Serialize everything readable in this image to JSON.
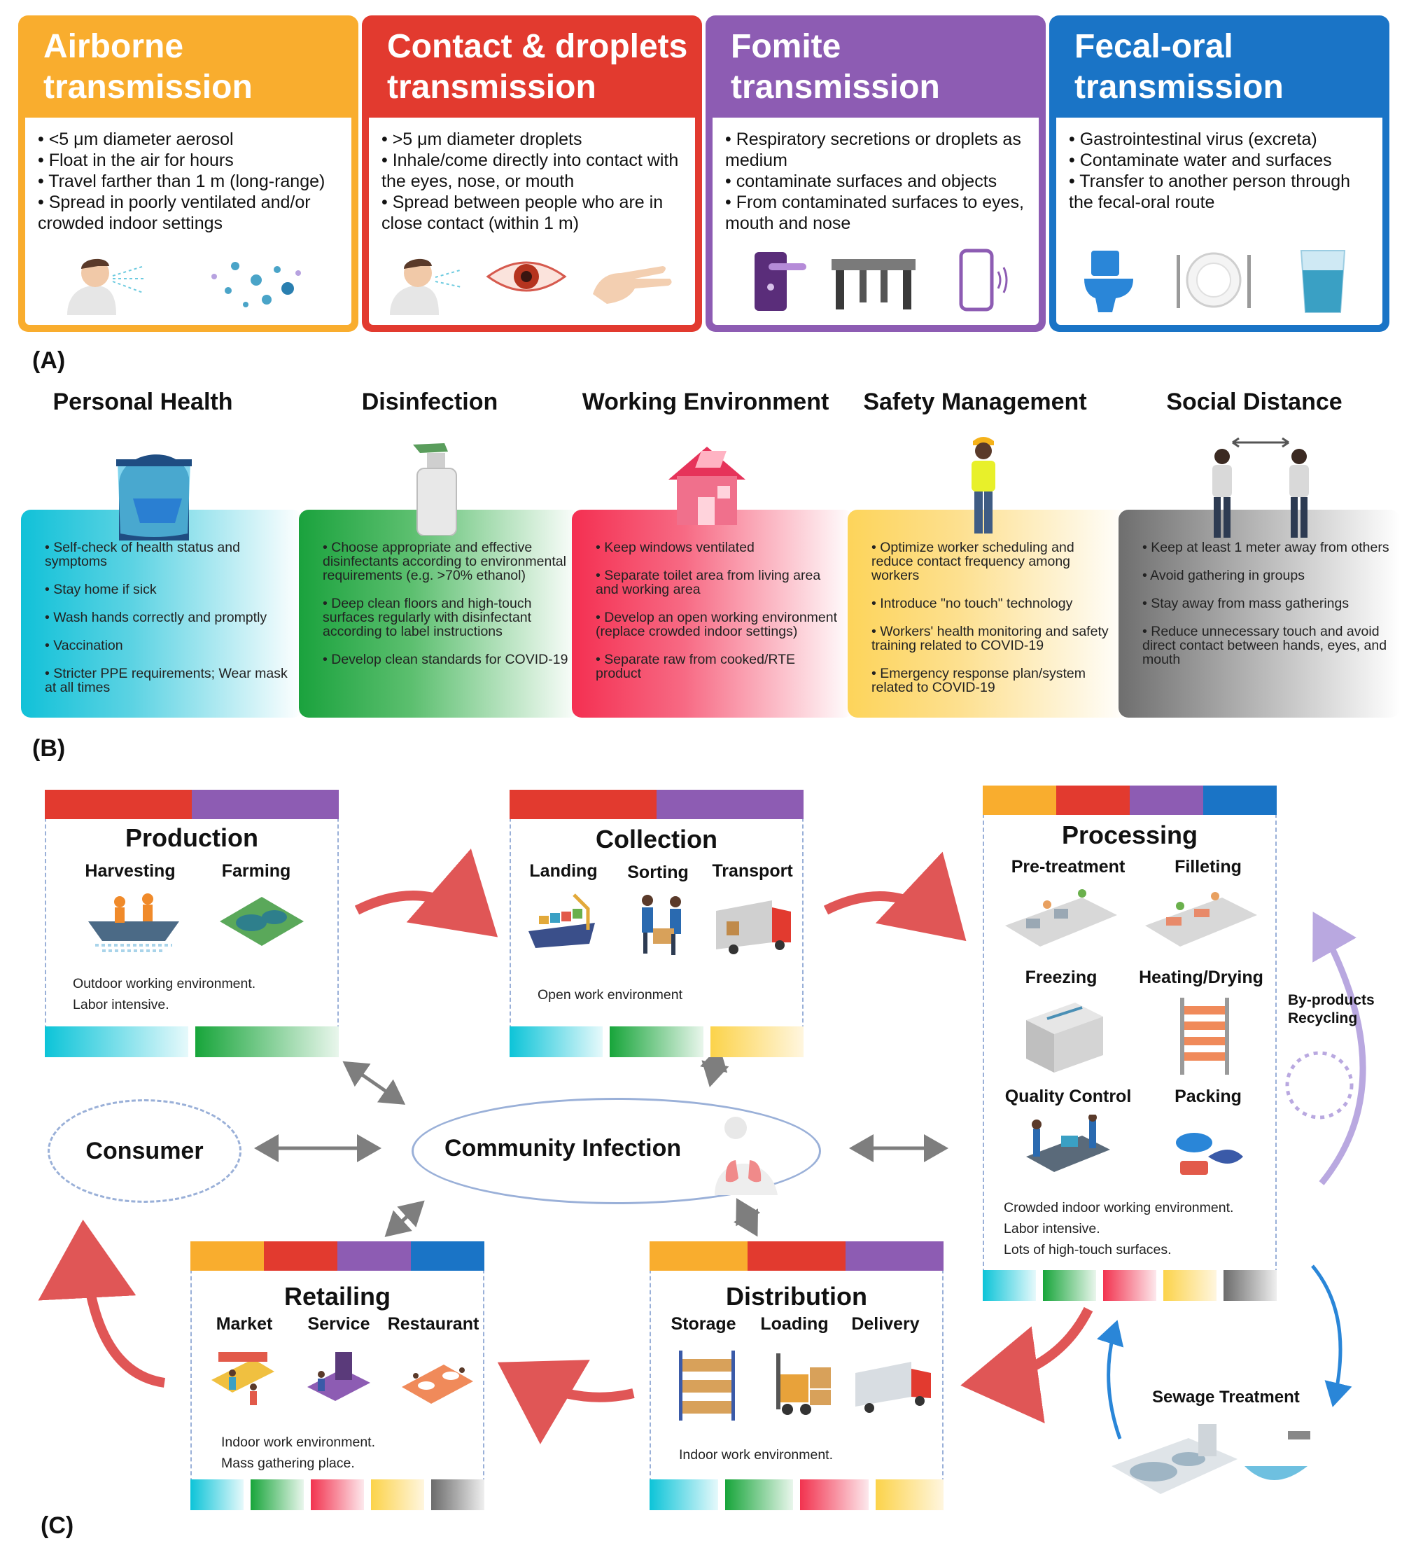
{
  "colors": {
    "airborne": "#f9ad2e",
    "contact": "#e23a2f",
    "fomite": "#8d5cb3",
    "fecal": "#1a74c6",
    "arrow_red": "#e05656",
    "arrow_purple": "#b9a8e0",
    "arrow_blue": "#2a86d8",
    "arrow_gray": "#7e7e7e"
  },
  "panel_a": {
    "label": "(A)",
    "cards": [
      {
        "title_line1": "Airborne",
        "title_line2": "transmission",
        "bullets": [
          "<5 μm diameter aerosol",
          "Float in the air for hours",
          "Travel farther than 1 m (long-range)",
          "Spread in poorly ventilated and/or crowded indoor settings"
        ],
        "icons": [
          "coughing-person-icon",
          "aerosol-particles-icon"
        ]
      },
      {
        "title_line1": "Contact & droplets",
        "title_line2": "transmission",
        "bullets": [
          ">5 μm diameter droplets",
          "Inhale/come directly into contact with the eyes, nose, or mouth",
          "Spread between people who are in close contact (within 1 m)"
        ],
        "icons": [
          "coughing-person-icon",
          "eye-icon",
          "hand-icon"
        ]
      },
      {
        "title_line1": "Fomite",
        "title_line2": "transmission",
        "bullets": [
          "Respiratory secretions or droplets as medium",
          "contaminate surfaces and objects",
          "From contaminated surfaces to eyes, mouth and nose"
        ],
        "icons": [
          "door-handle-icon",
          "table-icon",
          "phone-icon"
        ]
      },
      {
        "title_line1": "Fecal-oral",
        "title_line2": "transmission",
        "bullets": [
          "Gastrointestinal virus (excreta)",
          "Contaminate water and surfaces",
          "Transfer to another person through the fecal-oral route"
        ],
        "icons": [
          "toilet-icon",
          "plate-cutlery-icon",
          "water-glass-icon"
        ]
      }
    ]
  },
  "panel_b": {
    "label": "(B)",
    "categories": [
      {
        "title": "Personal Health",
        "icon": "face-shield-icon",
        "bullets": [
          "Self-check of health status and symptoms",
          "Stay home if sick",
          "Wash hands correctly and promptly",
          "Vaccination",
          "Stricter PPE requirements; Wear mask at all times"
        ]
      },
      {
        "title": "Disinfection",
        "icon": "spray-bottle-icon",
        "bullets": [
          "Choose appropriate and effective disinfectants according to environmental requirements (e.g. >70% ethanol)",
          "Deep clean floors and high-touch surfaces regularly with disinfectant according to label instructions",
          "Develop clean standards for COVID-19"
        ]
      },
      {
        "title": "Working Environment",
        "icon": "house-icon",
        "bullets": [
          "Keep windows ventilated",
          "Separate toilet area from living area and working area",
          "Develop an open working environment (replace crowded indoor settings)",
          "Separate raw from cooked/RTE product"
        ]
      },
      {
        "title": "Safety Management",
        "icon": "safety-worker-icon",
        "bullets": [
          "Optimize worker scheduling and reduce contact frequency among workers",
          "Introduce \"no touch\" technology",
          "Workers' health monitoring and safety training related to COVID-19",
          "Emergency response plan/system related to COVID-19"
        ]
      },
      {
        "title": "Social Distance",
        "icon": "two-people-distance-icon",
        "bullets": [
          "Keep at least 1 meter away from others",
          "Avoid gathering in groups",
          "Stay away from mass gatherings",
          "Reduce unnecessary touch and avoid direct contact between hands, eyes, and mouth"
        ]
      }
    ]
  },
  "panel_c": {
    "label": "(C)",
    "production": {
      "title": "Production",
      "subs": [
        "Harvesting",
        "Farming"
      ],
      "notes": [
        "Outdoor working environment.",
        "Labor intensive."
      ]
    },
    "collection": {
      "title": "Collection",
      "subs": [
        "Landing",
        "Sorting",
        "Transport"
      ],
      "notes": [
        "Open work environment"
      ]
    },
    "processing": {
      "title": "Processing",
      "subs": [
        "Pre-treatment",
        "Filleting",
        "Freezing",
        "Heating/Drying",
        "Quality Control",
        "Packing"
      ],
      "notes": [
        "Crowded indoor working environment.",
        "Labor intensive.",
        "Lots of high-touch surfaces."
      ]
    },
    "distribution": {
      "title": "Distribution",
      "subs": [
        "Storage",
        "Loading",
        "Delivery"
      ],
      "notes": [
        "Indoor work environment."
      ]
    },
    "retailing": {
      "title": "Retailing",
      "subs": [
        "Market",
        "Service",
        "Restaurant"
      ],
      "notes": [
        "Indoor work environment.",
        "Mass gathering place."
      ]
    },
    "consumer": "Consumer",
    "community": "Community Infection",
    "byproducts_line1": "By-products",
    "byproducts_line2": "Recycling",
    "sewage": "Sewage Treatment"
  }
}
